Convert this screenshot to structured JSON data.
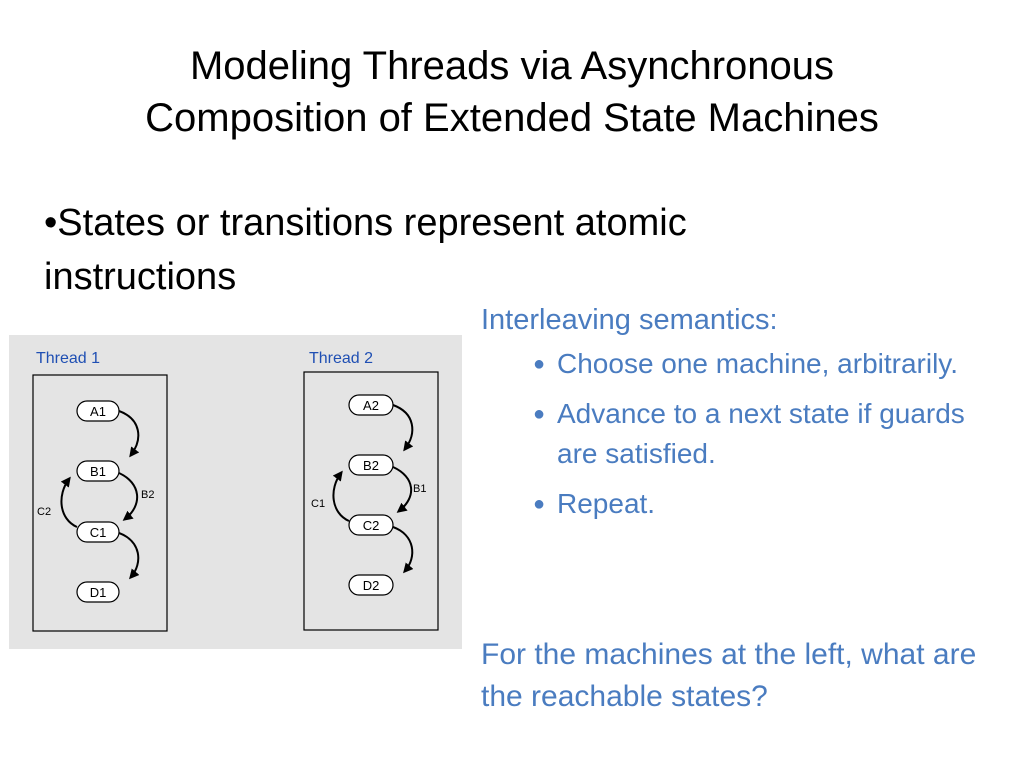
{
  "slide": {
    "title_line1": "Modeling Threads via Asynchronous",
    "title_line2": "Composition of Extended State Machines",
    "main_bullet": "•States or transitions represent atomic instructions"
  },
  "diagram": {
    "thread1": {
      "label": "Thread 1",
      "states": [
        "A1",
        "B1",
        "C1",
        "D1"
      ],
      "edge_labels": {
        "right": "B2",
        "left": "C2"
      }
    },
    "thread2": {
      "label": "Thread 2",
      "states": [
        "A2",
        "B2",
        "C2",
        "D2"
      ],
      "edge_labels": {
        "right": "B1",
        "left": "C1"
      }
    }
  },
  "semantics": {
    "heading": "Interleaving semantics:",
    "bullets": [
      "Choose one machine, arbitrarily.",
      "Advance to a next state if guards are satisfied.",
      "Repeat."
    ],
    "bullet_glyph": "●",
    "question": "For the machines at the left, what are the reachable states?"
  },
  "colors": {
    "accent_text": "#4a7cc0",
    "thread_label": "#1f4fb3",
    "figure_bg": "#e4e4e4"
  }
}
